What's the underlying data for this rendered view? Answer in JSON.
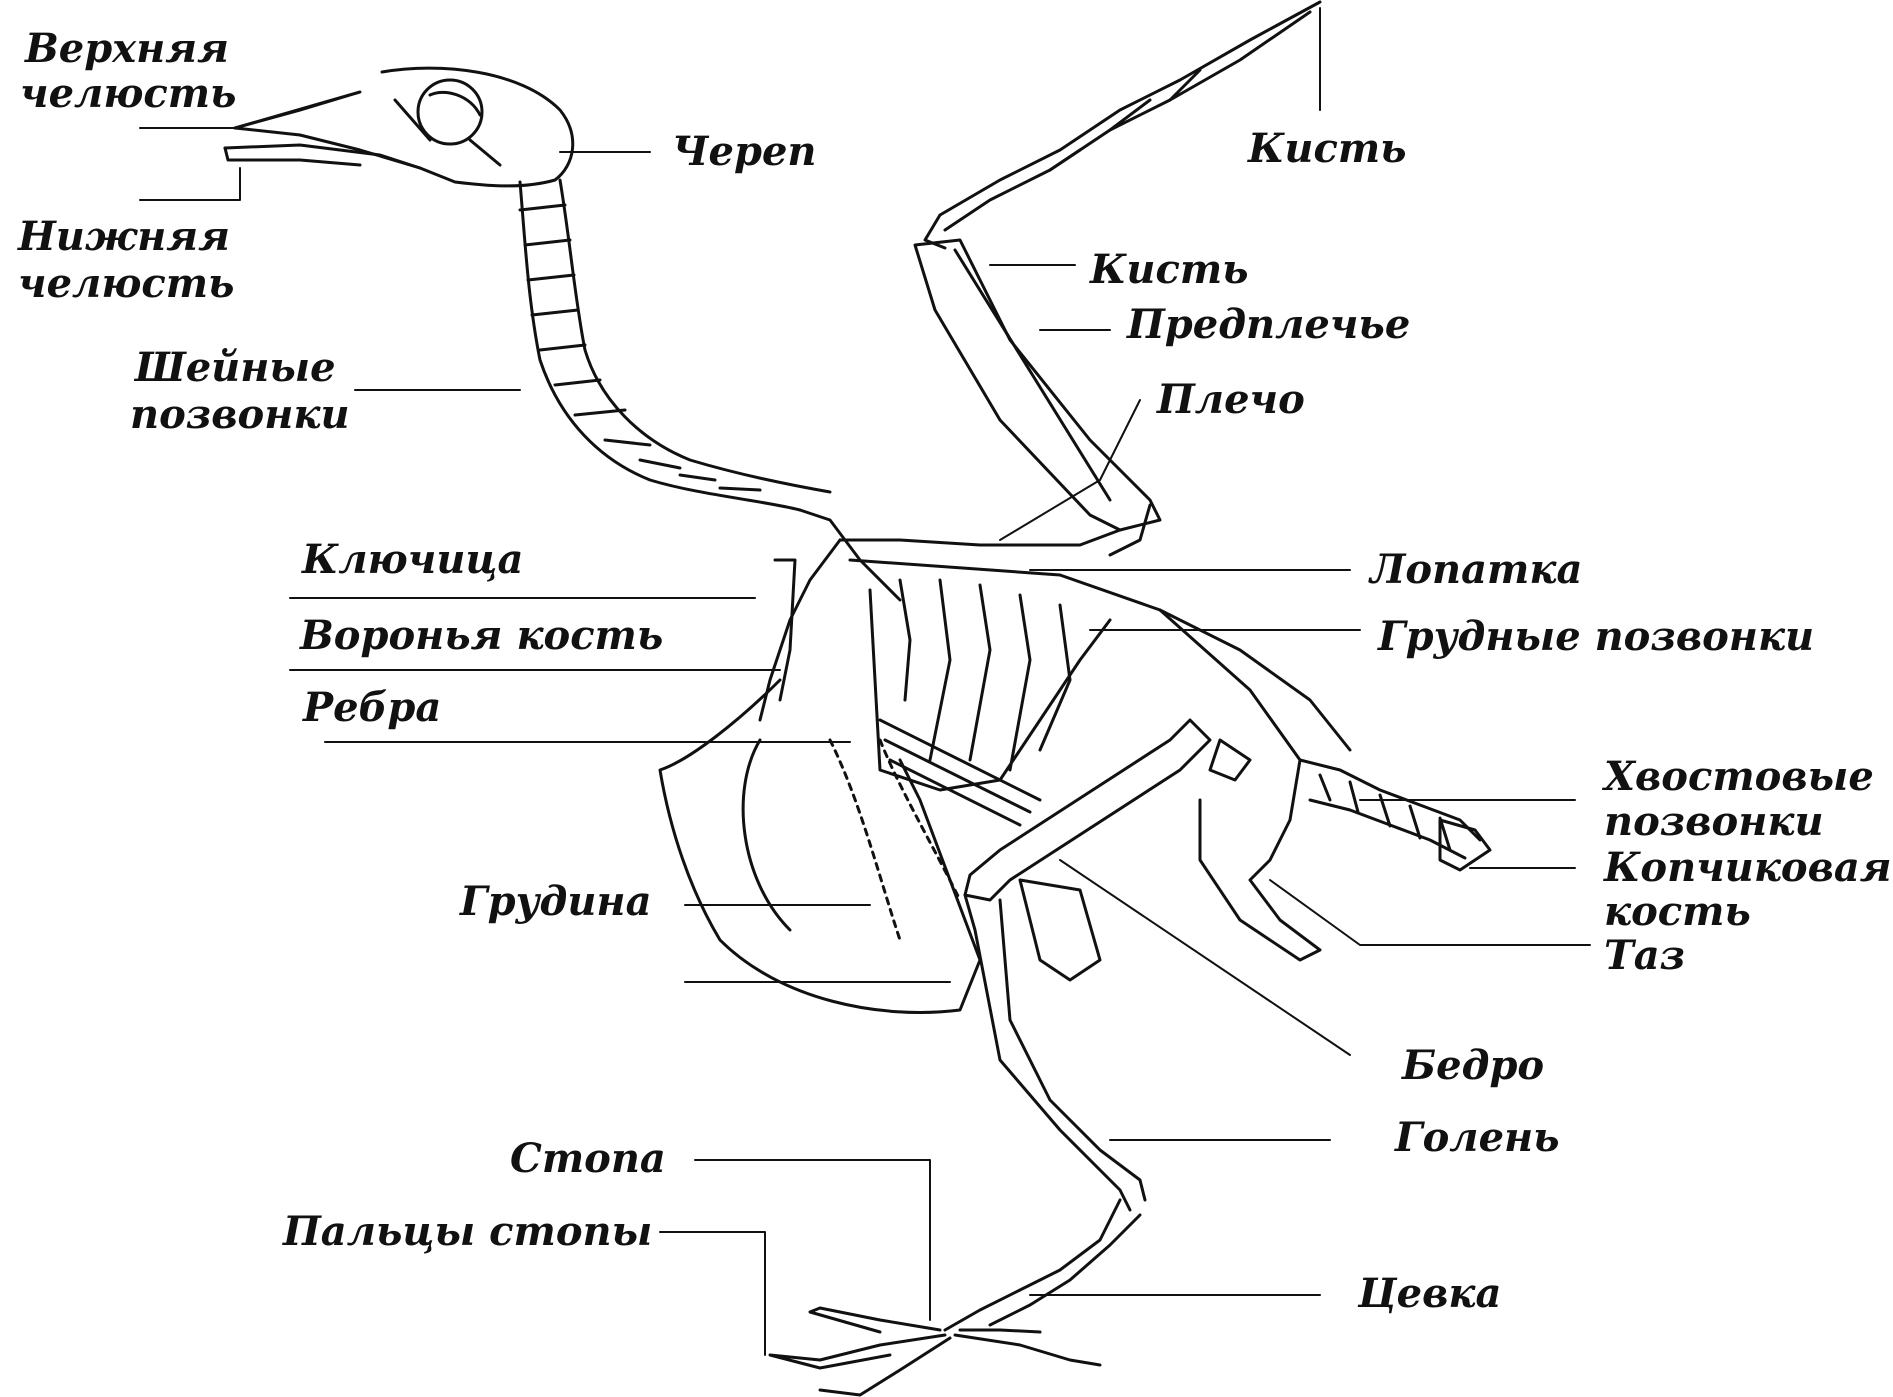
{
  "labels": {
    "upper_jaw_1": "Верхняя",
    "upper_jaw_2": "челюсть",
    "lower_jaw_1": "Нижняя",
    "lower_jaw_2": "челюсть",
    "skull": "Череп",
    "neck_vertebrae_1": "Шейные",
    "neck_vertebrae_2": "позвонки",
    "clavicle": "Ключица",
    "coracoid": "Воронья кость",
    "ribs": "Ребра",
    "sternum": "Грудина",
    "foot": "Стопа",
    "toes": "Пальцы стопы",
    "hand_top": "Кисть",
    "hand_mid": "Кисть",
    "forearm": "Предплечье",
    "humerus": "Плечо",
    "scapula": "Лопатка",
    "thoracic_vertebrae": "Грудные позвонки",
    "tail_vertebrae_1": "Хвостовые",
    "tail_vertebrae_2": "позвонки",
    "pygostyle_1": "Копчиковая",
    "pygostyle_2": "кость",
    "pelvis": "Таз",
    "femur": "Бедро",
    "shin": "Голень",
    "tarsus": "Цевка"
  },
  "colors": {
    "ink": "#111111",
    "background": "#ffffff"
  }
}
